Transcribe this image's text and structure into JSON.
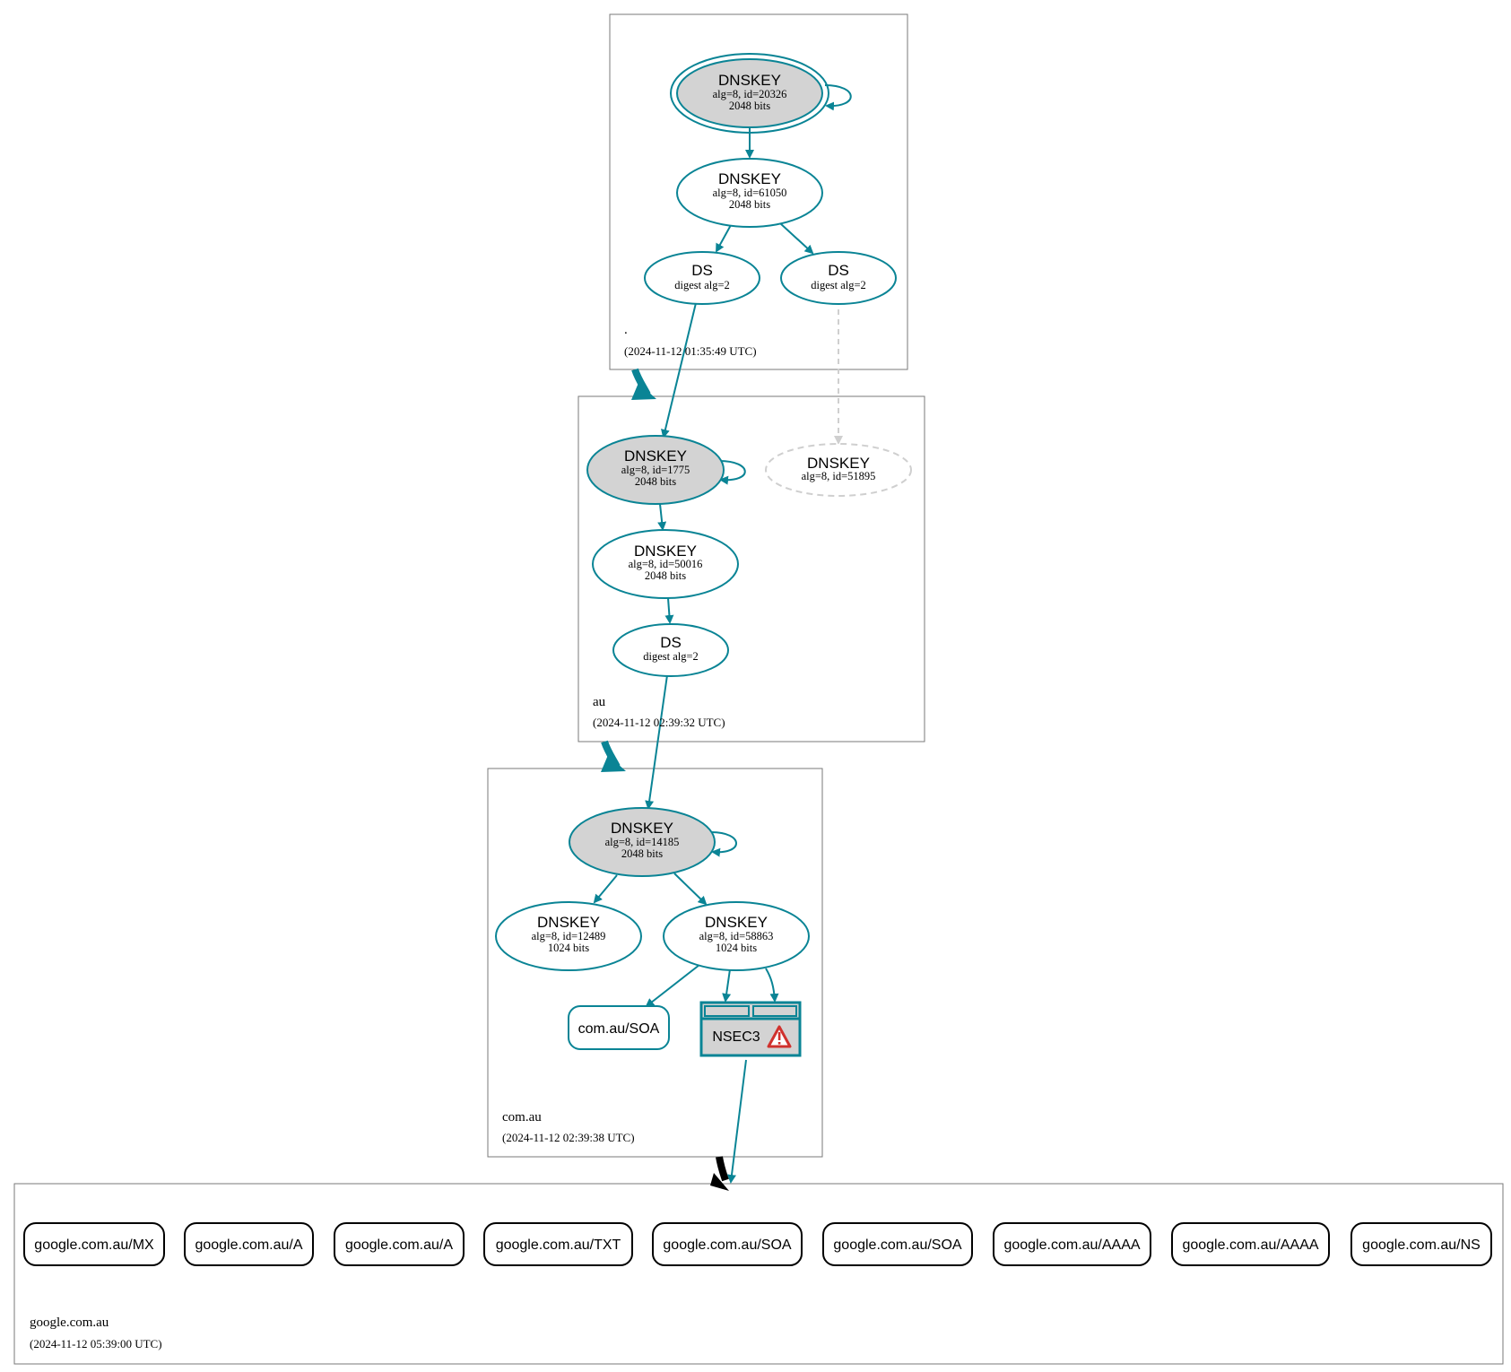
{
  "colors": {
    "edge": "#0a8495",
    "ksk_fill": "#d3d3d3",
    "ghost": "#cfcfcf",
    "zone_border": "#7a7a7a",
    "warning_red": "#d0312d"
  },
  "zones": {
    "root": {
      "name": ".",
      "timestamp": "(2024-11-12 01:35:49 UTC)",
      "ksk": {
        "title": "DNSKEY",
        "line1": "alg=8, id=20326",
        "line2": "2048 bits"
      },
      "zsk": {
        "title": "DNSKEY",
        "line1": "alg=8, id=61050",
        "line2": "2048 bits"
      },
      "ds_a": {
        "title": "DS",
        "line1": "digest alg=2"
      },
      "ds_b": {
        "title": "DS",
        "line1": "digest alg=2"
      }
    },
    "au": {
      "name": "au",
      "timestamp": "(2024-11-12 02:39:32 UTC)",
      "ksk": {
        "title": "DNSKEY",
        "line1": "alg=8, id=1775",
        "line2": "2048 bits"
      },
      "ghost": {
        "title": "DNSKEY",
        "line1": "alg=8, id=51895"
      },
      "zsk": {
        "title": "DNSKEY",
        "line1": "alg=8, id=50016",
        "line2": "2048 bits"
      },
      "ds": {
        "title": "DS",
        "line1": "digest alg=2"
      }
    },
    "comau": {
      "name": "com.au",
      "timestamp": "(2024-11-12 02:39:38 UTC)",
      "ksk": {
        "title": "DNSKEY",
        "line1": "alg=8, id=14185",
        "line2": "2048 bits"
      },
      "zsk_a": {
        "title": "DNSKEY",
        "line1": "alg=8, id=12489",
        "line2": "1024 bits"
      },
      "zsk_b": {
        "title": "DNSKEY",
        "line1": "alg=8, id=58863",
        "line2": "1024 bits"
      },
      "soa": "com.au/SOA",
      "nsec3": "NSEC3",
      "warning_icon": "warning-icon"
    },
    "google": {
      "name": "google.com.au",
      "timestamp": "(2024-11-12 05:39:00 UTC)",
      "records": [
        "google.com.au/MX",
        "google.com.au/A",
        "google.com.au/A",
        "google.com.au/TXT",
        "google.com.au/SOA",
        "google.com.au/SOA",
        "google.com.au/AAAA",
        "google.com.au/AAAA",
        "google.com.au/NS"
      ]
    }
  }
}
